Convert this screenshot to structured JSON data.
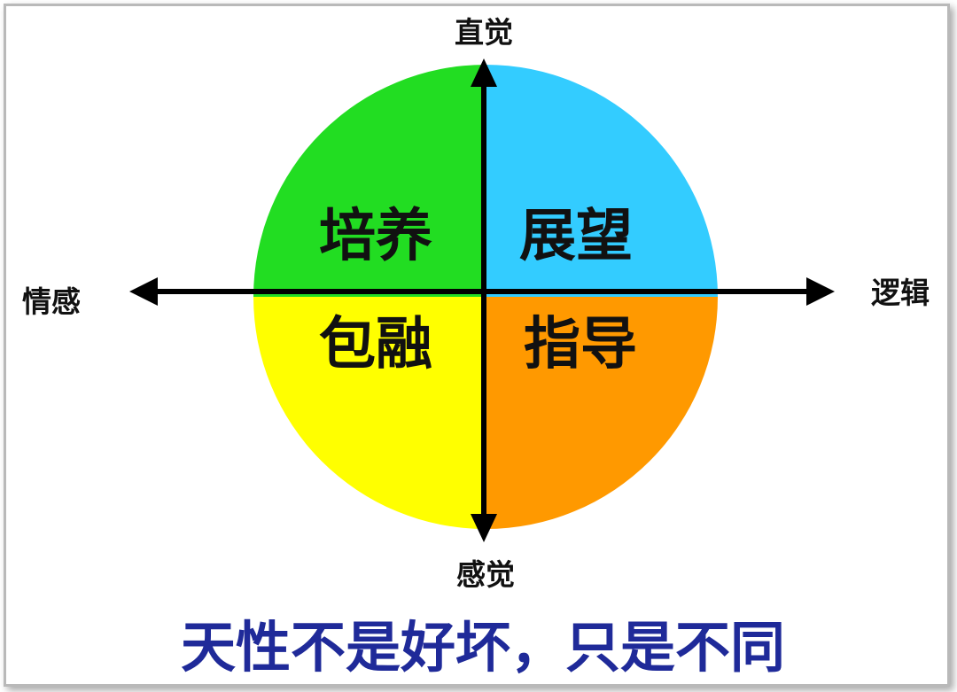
{
  "axes": {
    "top": "直觉",
    "bottom": "感觉",
    "left": "情感",
    "right": "逻辑"
  },
  "quadrants": [
    {
      "label": "培养",
      "color": "#22dd22"
    },
    {
      "label": "展望",
      "color": "#33ccff"
    },
    {
      "label": "包融",
      "color": "#ffff00"
    },
    {
      "label": "指导",
      "color": "#ff9900"
    }
  ],
  "caption": {
    "text": "天性不是好坏，只是不同",
    "color": "#1f2a99"
  },
  "colors": {
    "axis": "#000000",
    "frame": "#b9b9b9"
  }
}
